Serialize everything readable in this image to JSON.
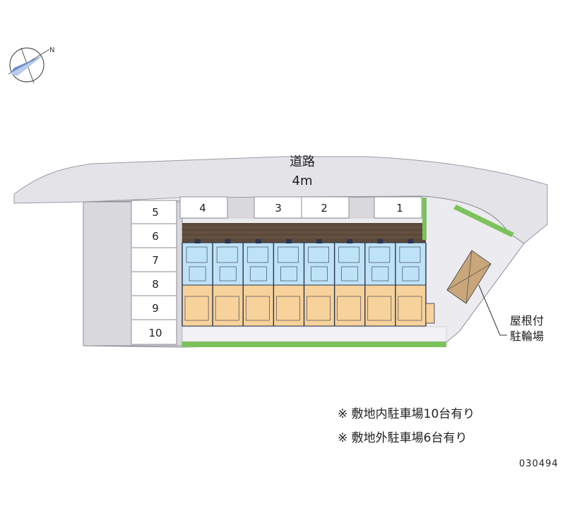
{
  "road": {
    "name": "道路",
    "width": "4m"
  },
  "compass": {
    "label": "N"
  },
  "parking_in_lot": [
    {
      "label": "1"
    },
    {
      "label": "2"
    },
    {
      "label": "3"
    },
    {
      "label": "4"
    },
    {
      "label": "5"
    },
    {
      "label": "6"
    },
    {
      "label": "7"
    },
    {
      "label": "8"
    },
    {
      "label": "9"
    },
    {
      "label": "10"
    }
  ],
  "bicycle_parking": {
    "line1": "屋根付",
    "line2": "駐輪場"
  },
  "notes": [
    "※ 敷地内駐車場10台有り",
    "※ 敷地外駐車場6台有り"
  ],
  "property_code": "030494",
  "colors": {
    "road": "#e3e3e8",
    "lot": "#d6d6da",
    "roof_brown": "#5c4a3a",
    "unit_blue": "#bfe3f6",
    "unit_orange": "#f7d29a",
    "grass": "#7cc25a",
    "bike_shed": "#c9a77a"
  }
}
